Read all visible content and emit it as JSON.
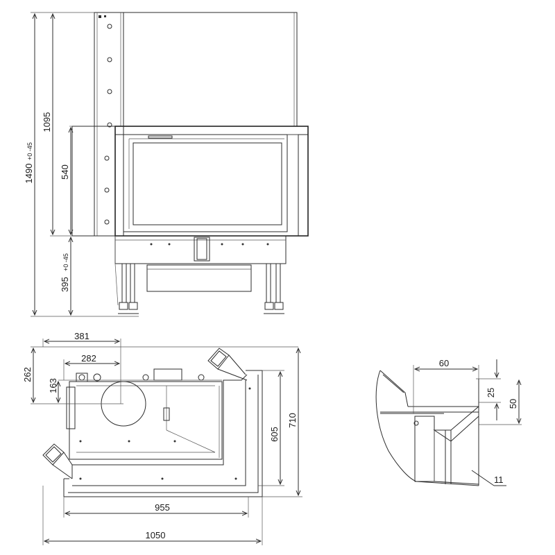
{
  "front_view": {
    "dim_total_height": "1490",
    "dim_total_height_tol": "+0 -45",
    "dim_upper_height": "1095",
    "dim_door_height": "540",
    "dim_lower_height": "395",
    "dim_lower_height_tol": "+0 -45"
  },
  "top_view": {
    "dim_381": "381",
    "dim_282": "282",
    "dim_262": "262",
    "dim_163": "163",
    "dim_605": "605",
    "dim_710": "710",
    "dim_955": "955",
    "dim_1050": "1050"
  },
  "detail_view": {
    "dim_60": "60",
    "dim_25": "25",
    "dim_50": "50",
    "dim_11": "11"
  }
}
